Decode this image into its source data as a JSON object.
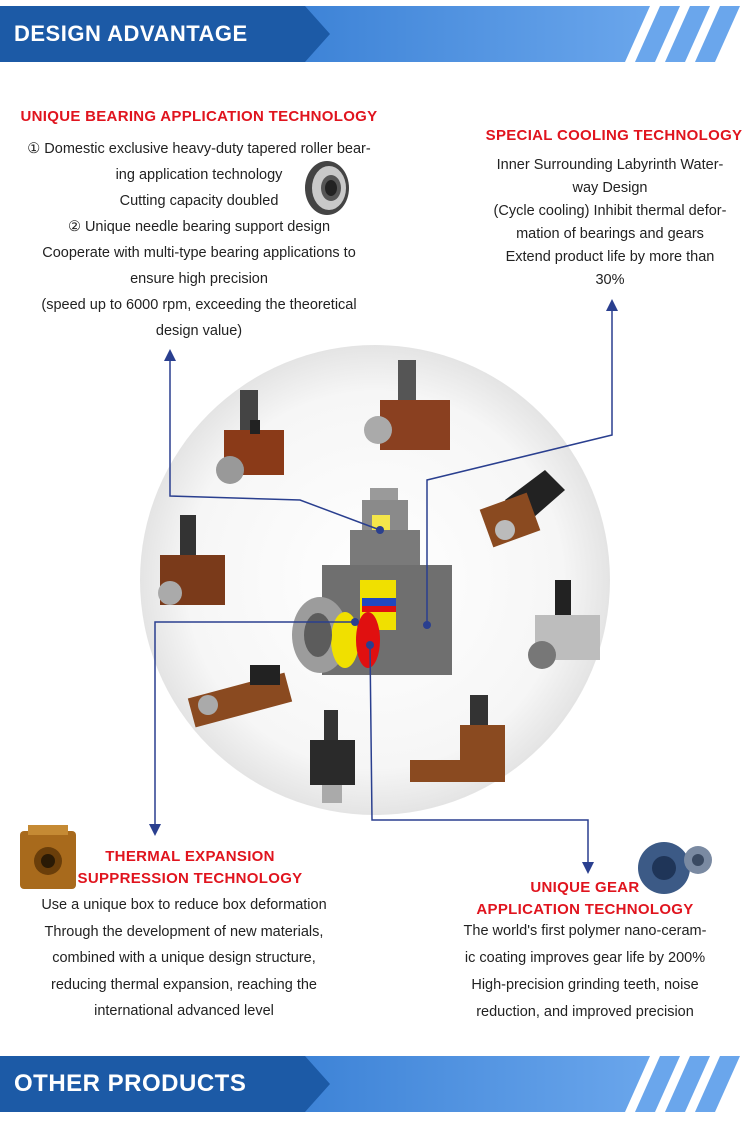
{
  "banner_top": {
    "title": "DESIGN ADVANTAGE"
  },
  "banner_bottom": {
    "title": "OTHER PRODUCTS"
  },
  "bearing": {
    "heading": "UNIQUE BEARING APPLICATION TECHNOLOGY",
    "lines": [
      "① Domestic exclusive heavy-duty tapered roller bear-",
      "ing application technology",
      "Cutting capacity doubled",
      "② Unique needle bearing support design",
      "Cooperate with multi-type bearing applications to",
      "ensure high precision",
      "(speed up to 6000 rpm, exceeding the theoretical",
      "design value)"
    ]
  },
  "cooling": {
    "heading": "SPECIAL COOLING TECHNOLOGY",
    "lines": [
      "Inner Surrounding Labyrinth Water-",
      "way Design",
      "(Cycle cooling) Inhibit thermal defor-",
      "mation of bearings and gears",
      "Extend product life by more than",
      "30%"
    ]
  },
  "thermal": {
    "heading_lines": [
      "THERMAL EXPANSION",
      "SUPPRESSION TECHNOLOGY"
    ],
    "lines": [
      "Use a unique box to reduce box deformation",
      "Through the development of new materials,",
      "combined with a unique design structure,",
      "reducing thermal expansion, reaching the",
      "international advanced level"
    ]
  },
  "gear": {
    "heading_lines": [
      "UNIQUE GEAR",
      "APPLICATION TECHNOLOGY"
    ],
    "lines": [
      "The world's first polymer nano-ceram-",
      "ic coating improves gear life by 200%",
      "High-precision grinding teeth, noise",
      "reduction, and improved precision"
    ]
  },
  "colors": {
    "banner_dark": "#1c5aa6",
    "banner_light": "#6aa6ec",
    "heading_red": "#e0141e",
    "leader_line": "#2a3f8f"
  },
  "icons": [
    "bearing-icon",
    "gear-icon",
    "brass-housing-icon",
    "tool-holder-icons"
  ]
}
